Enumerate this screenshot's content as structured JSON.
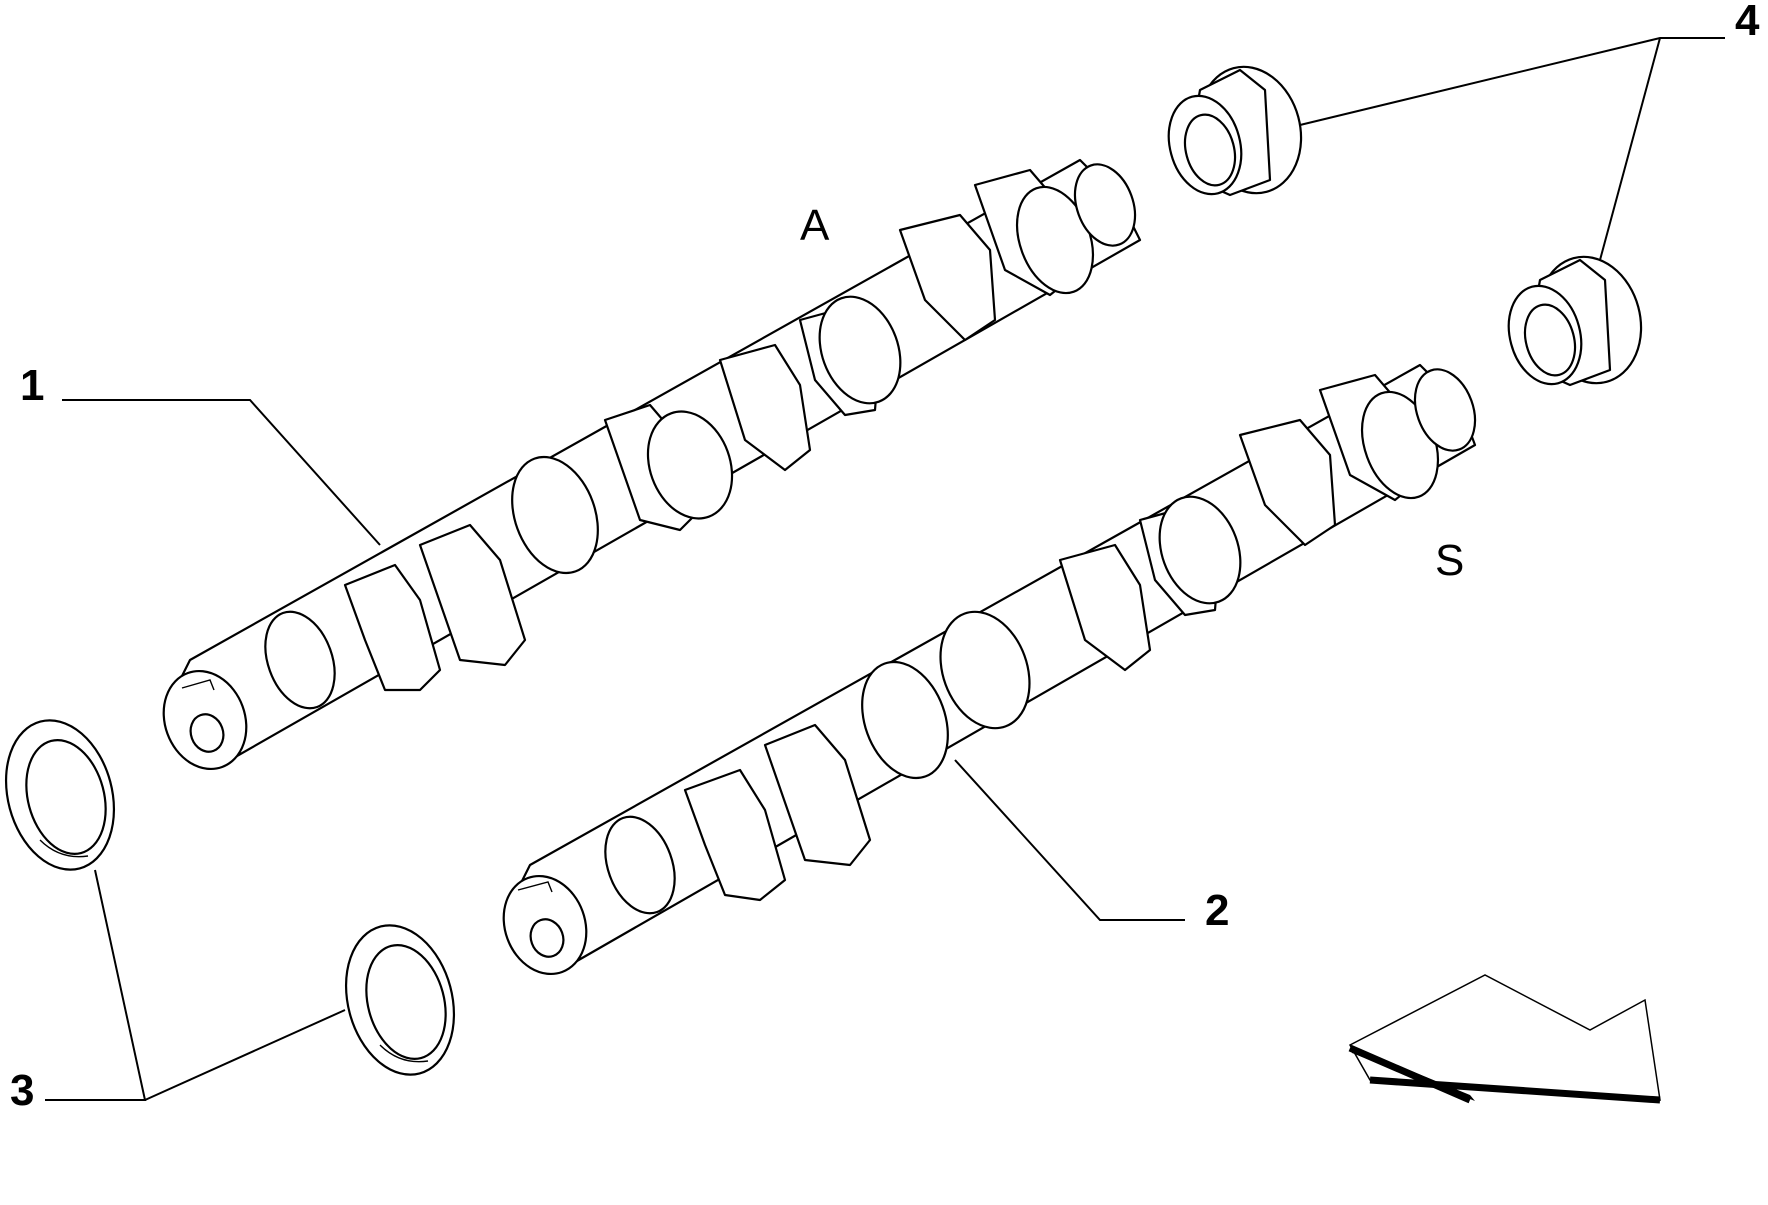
{
  "labels": {
    "part_1": "1",
    "part_2": "2",
    "part_3": "3",
    "part_4": "4",
    "zone_a": "A",
    "zone_s": "S"
  },
  "colors": {
    "line": "#000000",
    "background": "#ffffff"
  }
}
